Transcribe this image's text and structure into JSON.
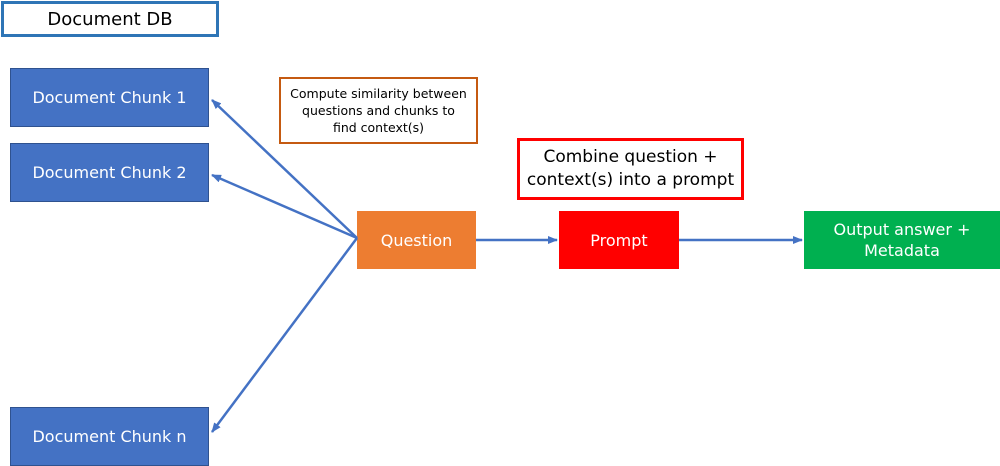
{
  "title": "Document DB",
  "chunks": [
    "Document Chunk 1",
    "Document Chunk 2",
    "Document Chunk n"
  ],
  "similarity_note": "Compute similarity between questions and chunks to find context(s)",
  "combine_note": "Combine question + context(s) into a prompt",
  "question_label": "Question",
  "prompt_label": "Prompt",
  "output_label": "Output answer + Metadata",
  "colors": {
    "chunk": "#4472c4",
    "question": "#ed7d31",
    "prompt": "#ff0000",
    "output": "#00b050",
    "arrow": "#4472c4"
  }
}
